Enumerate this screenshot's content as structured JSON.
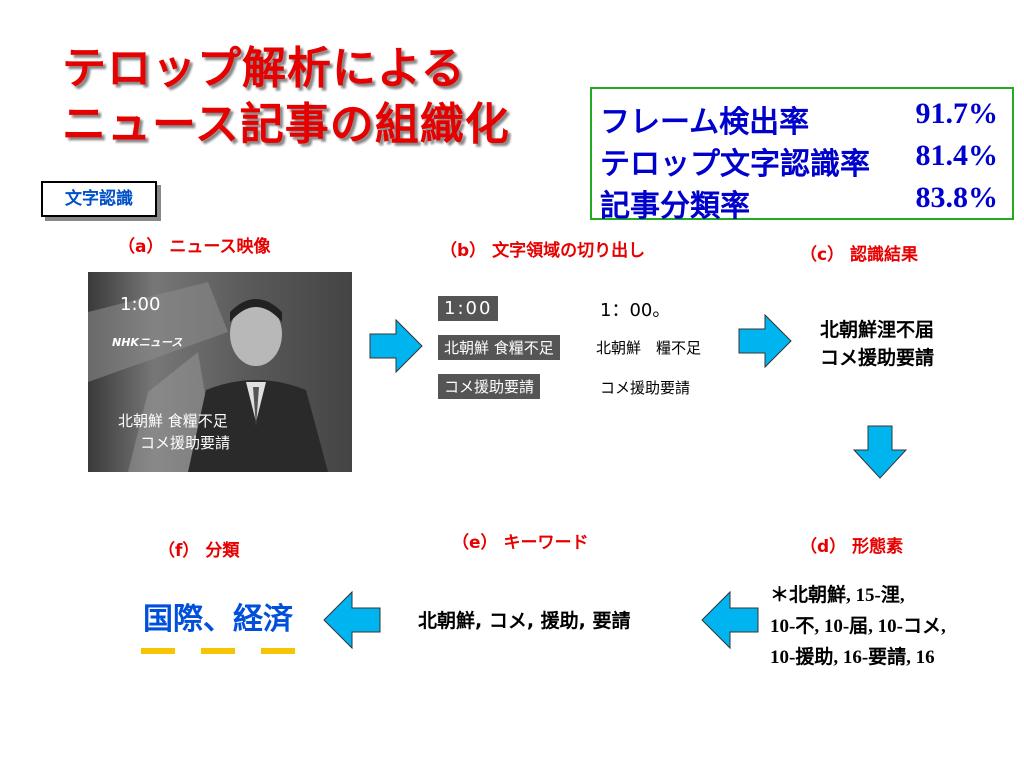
{
  "title": {
    "line1": "テロップ解析による",
    "line2": "ニュース記事の組織化"
  },
  "stats": [
    {
      "label": "フレーム検出率",
      "value": "91.7%"
    },
    {
      "label": "テロップ文字認識率",
      "value": "81.4%"
    },
    {
      "label": "記事分類率",
      "value": "83.8%"
    }
  ],
  "badge": "文字認識",
  "panels": {
    "a": {
      "caption": "（a） ニュース映像",
      "video_time": "1:00",
      "video_logo": "NHKニュース",
      "video_line1": "北朝鮮 食糧不足",
      "video_line2": "コメ援助要請"
    },
    "b": {
      "caption": "（b） 文字領域の切り出し",
      "crops": [
        "1:00",
        "北朝鮮 食糧不足",
        "コメ援助要請"
      ],
      "ocr": [
        "1：00。",
        "北朝鮮　糧不足",
        "コメ援助要請"
      ]
    },
    "c": {
      "caption": "（c） 認識結果",
      "line1": "北朝鮮浬不届",
      "line2": "コメ援助要請"
    },
    "d": {
      "caption": "（d） 形態素",
      "line1": "＊北朝鮮, 15-浬,",
      "line2": "10-不, 10-届, 10-コメ,",
      "line3": "10-援助, 16-要請, 16"
    },
    "e": {
      "caption": "（e） キーワード",
      "text": "北朝鮮, コメ, 援助, 要請"
    },
    "f": {
      "caption": "（f） 分類",
      "text": "国際、経済"
    }
  },
  "colors": {
    "title": "#e60000",
    "stats_text": "#0000cc",
    "stats_border": "#22aa22",
    "caption": "#e60000",
    "arrow_fill": "#00b4f0",
    "classification": "#0050dc",
    "underline": "#f6c400"
  }
}
